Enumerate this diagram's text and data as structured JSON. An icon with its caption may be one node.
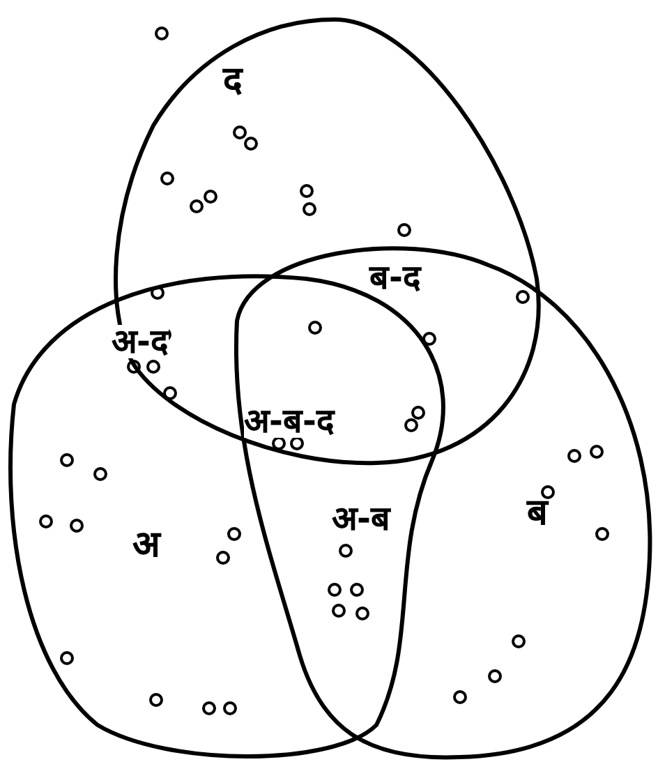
{
  "diagram": {
    "nodes": [
      {
        "text": [
          "द"
        ]
      },
      {
        "text": [
          "ब"
        ]
      },
      {
        "text": [
          "अ"
        ]
      }
    ],
    "labels": [
      "ब-द",
      "अ-द",
      "अ-ब-द",
      "अ-ब"
    ]
  }
}
